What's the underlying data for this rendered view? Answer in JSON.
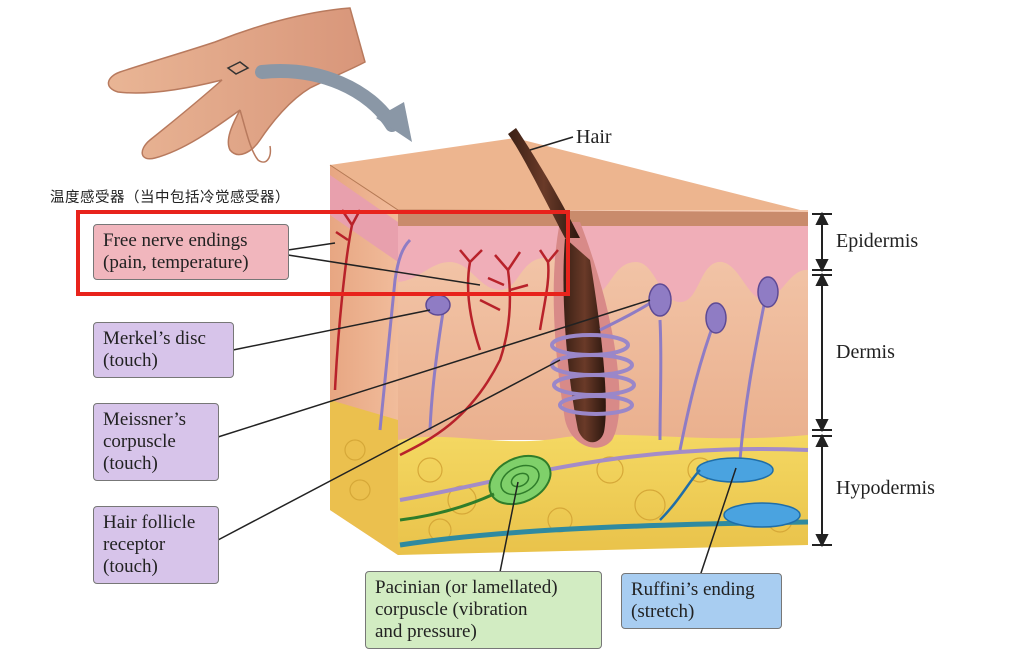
{
  "caption_cn": "温度感受器（当中包括冷觉感受器）",
  "labels": {
    "hair": "Hair",
    "epidermis": "Epidermis",
    "dermis": "Dermis",
    "hypodermis": "Hypodermis"
  },
  "boxes": {
    "free_nerve": [
      "Free nerve endings",
      "(pain, temperature)"
    ],
    "merkel": [
      "Merkel’s disc",
      "(touch)"
    ],
    "meissner": [
      "Meissner’s",
      "corpuscle",
      "(touch)"
    ],
    "hair_follicle": [
      "Hair follicle",
      "receptor",
      "(touch)"
    ],
    "pacinian": [
      "Pacinian (or lamellated)",
      "corpuscle (vibration",
      "and pressure)"
    ],
    "ruffini": [
      "Ruffini’s ending",
      "(stretch)"
    ]
  },
  "colors": {
    "highlight": "#e8231c",
    "pink_box": "#f1b6bd",
    "violet_box": "#d7c4ea",
    "green_box": "#d2ecc2",
    "blue_box": "#a8cdf1"
  }
}
